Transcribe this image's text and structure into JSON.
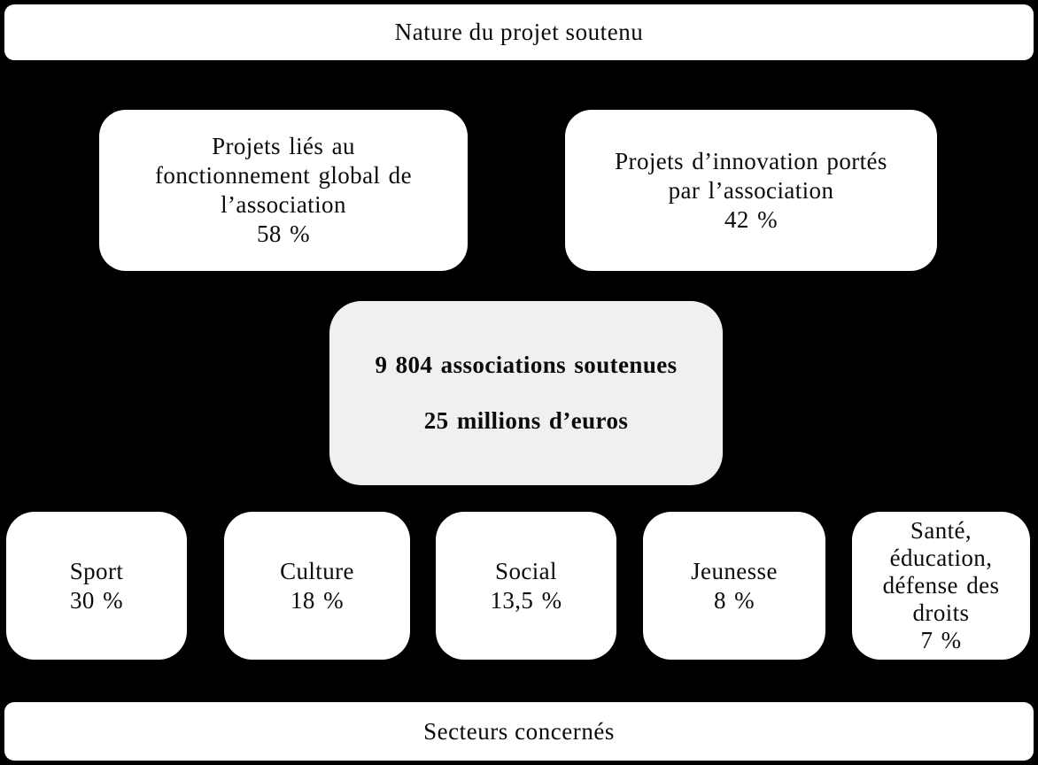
{
  "colors": {
    "background": "#000000",
    "box_fill": "#ffffff",
    "summary_fill": "#f0f0ee",
    "text": "#0b0b0b"
  },
  "header": {
    "title": "Nature du projet soutenu"
  },
  "footer": {
    "title": "Secteurs concernés"
  },
  "nature_boxes": [
    {
      "lines": [
        "Projets liés au",
        "fonctionnement global de",
        "l’association",
        "58 %"
      ]
    },
    {
      "lines": [
        "Projets d’innovation portés",
        "par l’association",
        "42 %"
      ]
    }
  ],
  "summary_box": {
    "lines": [
      "9 804 associations soutenues",
      "25 millions d’euros"
    ]
  },
  "sectors": [
    {
      "lines": [
        "Sport",
        "30 %"
      ]
    },
    {
      "lines": [
        "Culture",
        "18 %"
      ]
    },
    {
      "lines": [
        "Social",
        "13,5 %"
      ]
    },
    {
      "lines": [
        "Jeunesse",
        "8 %"
      ]
    },
    {
      "lines": [
        "Santé,",
        "éducation,",
        "défense des",
        "droits",
        "7 %"
      ]
    }
  ]
}
